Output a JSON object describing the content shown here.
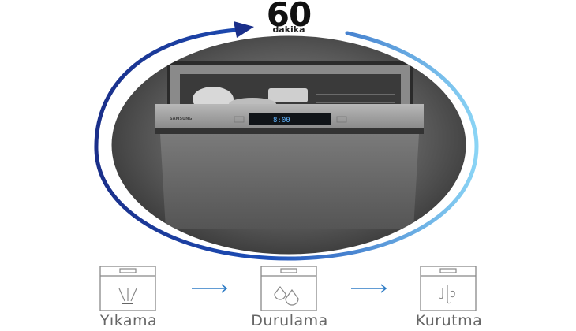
{
  "header": {
    "duration_value": "60",
    "duration_unit": "dakika"
  },
  "product": {
    "brand": "SAMSUNG",
    "display_text": "8:00"
  },
  "steps": [
    {
      "label": "Yıkama",
      "icon": "spray-icon"
    },
    {
      "label": "Durulama",
      "icon": "water-drops-icon"
    },
    {
      "label": "Kurutma",
      "icon": "steam-icon"
    }
  ],
  "colors": {
    "arc_dark": "#1a2f8a",
    "arc_light": "#35a8e8",
    "step_arrow": "#2e7cc6",
    "icon_stroke": "#888888",
    "label_text": "#666666"
  }
}
